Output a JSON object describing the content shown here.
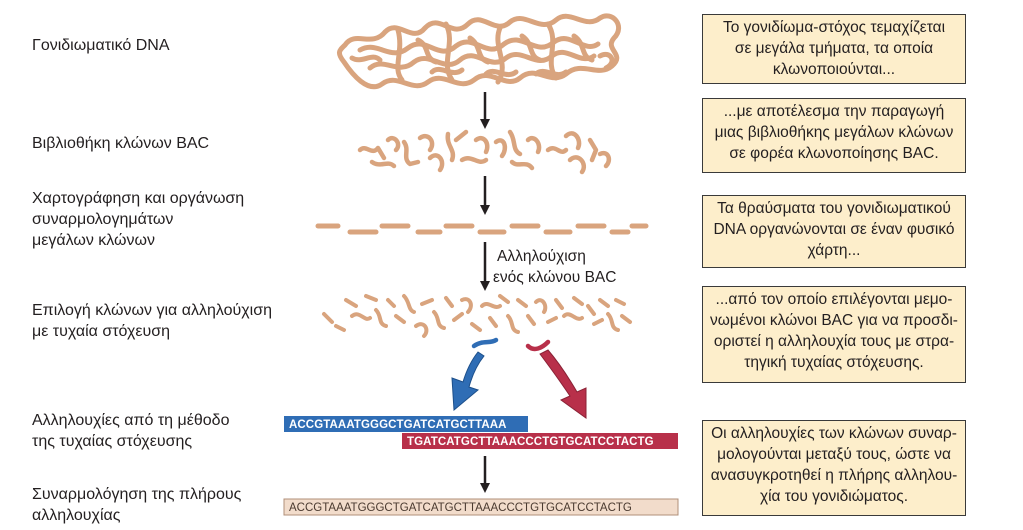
{
  "left_labels": {
    "genomic_dna": "Γονιδιωματικό DNA",
    "bac_library": "Βιβλιοθήκη κλώνων BAC",
    "mapping_line1": "Χαρτογράφηση και οργάνωση",
    "mapping_line2": "συναρμολογημάτων",
    "mapping_line3": "μεγάλων κλώνων",
    "selection_line1": "Επιλογή κλώνων για αλληλούχιση",
    "selection_line2": "με τυχαία στόχευση",
    "shotgun_line1": "Αλληλουχίες από τη μέθοδο",
    "shotgun_line2": "της τυχαίας στόχευσης",
    "assembly_line1": "Συναρμολόγηση της πλήρους",
    "assembly_line2": "αλληλουχίας"
  },
  "arrow_label": {
    "line1": "Αλληλούχιση",
    "line2": "ενός κλώνου BAC"
  },
  "sequences": {
    "blue": "ACCGTAAATGGGCTGATCATGCTTAAA",
    "red": "TGATCATGCTTAAACCCTGTGCATCCTACTG",
    "full": "ACCGTAAATGGGCTGATCATGCTTAAACCCTGTGCATCCTACTG"
  },
  "boxes": {
    "box1": [
      "Το γονιδίωμα-στόχος τεμαχίζεται",
      "σε μεγάλα τμήματα, τα οποία",
      "κλωνοποιούνται..."
    ],
    "box2": [
      "...με αποτέλεσμα την παραγωγή",
      "μιας βιβλιοθήκης μεγάλων κλώνων",
      "σε φορέα κλωνοποίησης BAC."
    ],
    "box3": [
      "Τα θραύσματα του γονιδιωματικού",
      "DNA οργανώνονται σε έναν φυσικό",
      "χάρτη..."
    ],
    "box4": [
      "...από τον οποίο επιλέγονται μεμο-",
      "νωμένοι κλώνοι BAC για να προσδι-",
      "οριστεί η αλληλουχία τους με στρα-",
      "τηγική τυχαίας στόχευσης."
    ],
    "box5": [
      "Οι αλληλουχίες των κλώνων συναρ-",
      "μολογούνται μεταξύ τους, ώστε να",
      "ανασυγκροτηθεί η πλήρης αλληλου-",
      "χία του γονιδιώματος."
    ]
  },
  "colors": {
    "dna": "#d9a47e",
    "blue": "#2f6db5",
    "red": "#b8304a",
    "box_fill": "#fdeecb",
    "full_seq_fill": "#f2dccb"
  }
}
